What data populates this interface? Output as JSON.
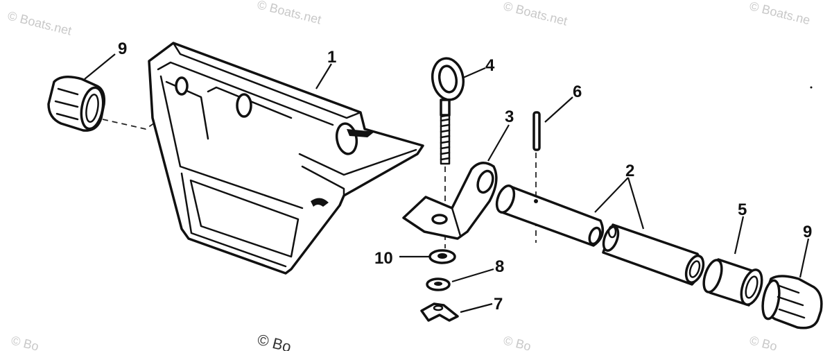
{
  "watermarks": [
    {
      "text": "© Boats.net"
    },
    {
      "text": "© Boats.net"
    },
    {
      "text": "© Boats.net"
    },
    {
      "text": "© Boats.ne"
    },
    {
      "text": "© Bo"
    },
    {
      "text": "© Bo"
    },
    {
      "text": "© Bo"
    },
    {
      "text": "© Bo"
    }
  ],
  "callouts": {
    "c1": "1",
    "c2": "2",
    "c3": "3",
    "c4": "4",
    "c5": "5",
    "c6": "6",
    "c7": "7",
    "c8": "8",
    "c9_left": "9",
    "c9_right": "9",
    "c10": "10"
  },
  "colors": {
    "ink": "#111111",
    "watermark": "#c8c8c8",
    "background": "#ffffff"
  }
}
